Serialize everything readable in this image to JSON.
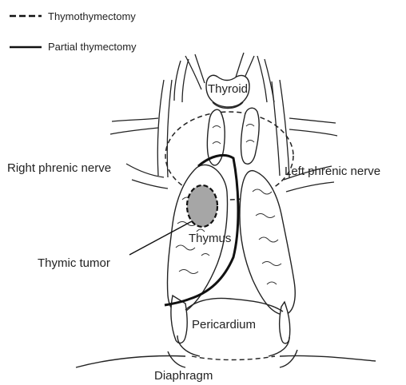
{
  "legend": {
    "items": [
      {
        "label": "Thymothymectomy",
        "line_style": "dashed"
      },
      {
        "label": "Partial thymectomy",
        "line_style": "solid"
      }
    ]
  },
  "labels": {
    "thyroid": "Thyroid",
    "right_phrenic_nerve": "Right phrenic nerve",
    "left_phrenic_nerve": "Left phrenic nerve",
    "thymus": "Thymus",
    "thymic_tumor": "Thymic tumor",
    "pericardium": "Pericardium",
    "diaphragm": "Diaphragm"
  },
  "colors": {
    "line": "#111111",
    "tumor_fill": "#a6a6a6",
    "text": "#222222"
  }
}
